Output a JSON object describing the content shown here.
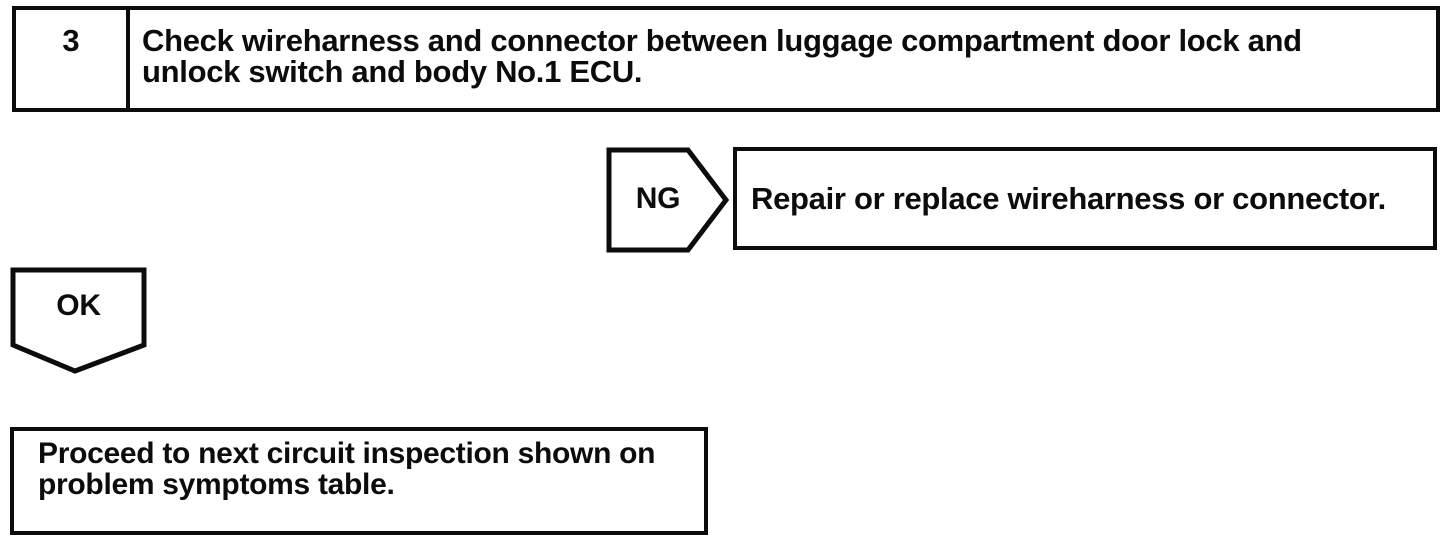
{
  "flowchart": {
    "step": {
      "number": "3",
      "instruction_lines": [
        "Check wireharness and connector between luggage compartment door lock and",
        "unlock switch and body No.1 ECU."
      ]
    },
    "ng": {
      "label": "NG",
      "action": "Repair or replace wireharness or connector."
    },
    "ok": {
      "label": "OK",
      "action_lines": [
        "Proceed to next circuit inspection shown on",
        "problem symptoms table."
      ]
    },
    "colors": {
      "ink": "#0c0c0c",
      "paper": "#ffffff"
    }
  }
}
